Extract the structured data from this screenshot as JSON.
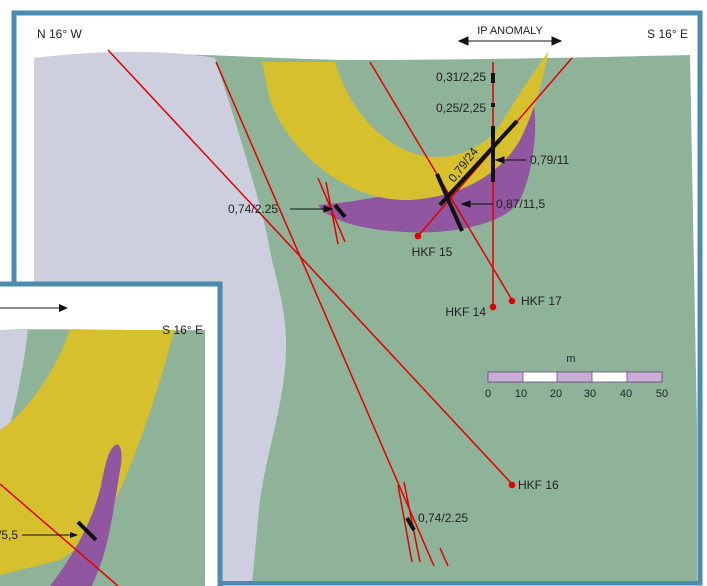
{
  "colors": {
    "frame": "#4a8bb0",
    "background": "#8fb398",
    "light_unit": "#cdcfdf",
    "yellow_unit": "#d6c02e",
    "purple_unit": "#9057a0",
    "drillhole": "#e00000",
    "intercept": "#111111",
    "scale_fill": "#c9aed8"
  },
  "main": {
    "left_orientation": "N 16° W",
    "right_orientation": "S 16° E",
    "ip_anomaly": "IP ANOMALY",
    "scale": {
      "unit": "m",
      "ticks": [
        "0",
        "10",
        "20",
        "30",
        "40",
        "50"
      ]
    },
    "drillholes": [
      {
        "name": "HKF 15"
      },
      {
        "name": "HKF 14"
      },
      {
        "name": "HKF 17"
      },
      {
        "name": "HKF 16"
      }
    ],
    "intercepts": [
      {
        "label": "0,31/2,25"
      },
      {
        "label": "0,25/2,25"
      },
      {
        "label": "0,79/24"
      },
      {
        "label": "0,79/11"
      },
      {
        "label": "0,87/11,5"
      },
      {
        "label": "0,74/2.25"
      },
      {
        "label": "0,74/2.25"
      }
    ]
  },
  "inset": {
    "right_orientation": "S 16° E",
    "intercept_label": "/5,5"
  }
}
